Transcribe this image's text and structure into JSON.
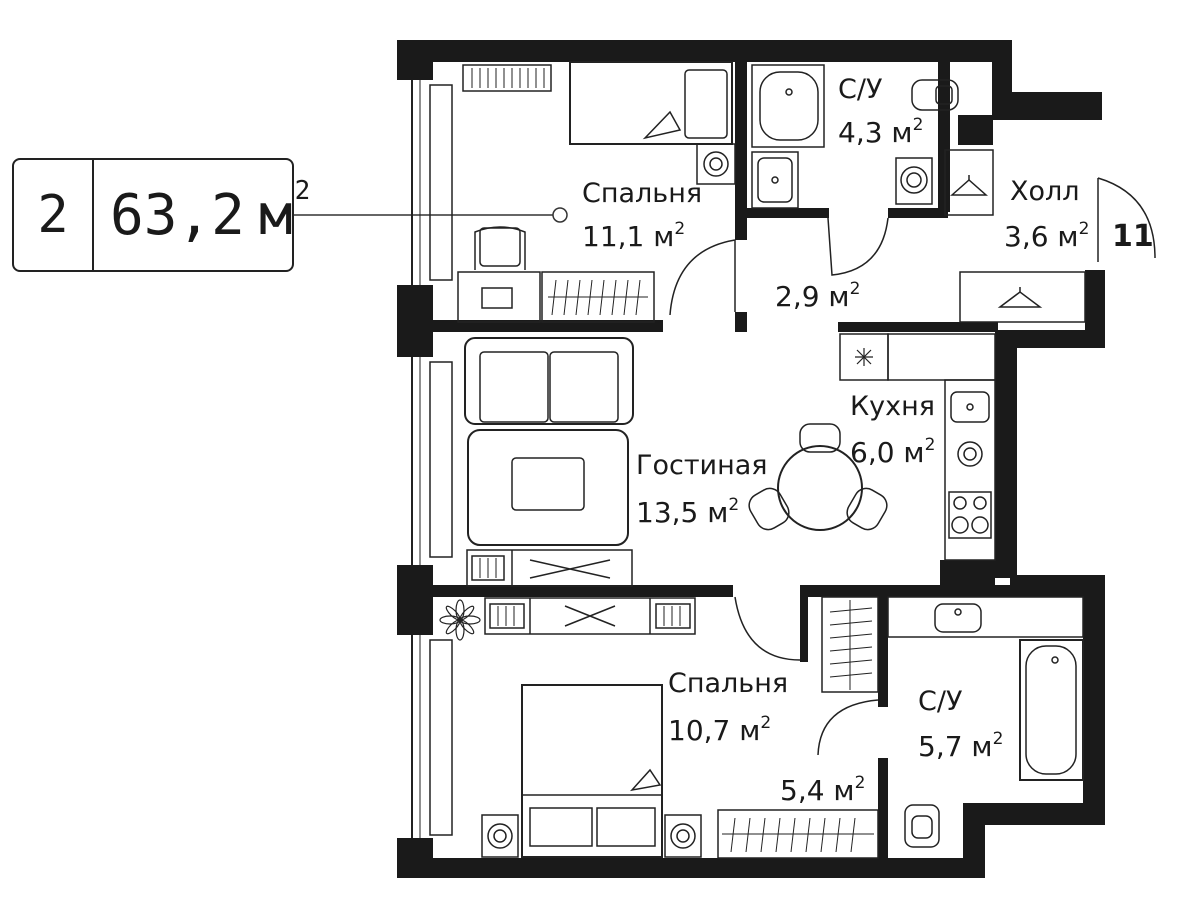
{
  "summary": {
    "rooms": "2",
    "area_value": "63,2",
    "area_unit": "м",
    "area_sup": "2"
  },
  "unit_number": "11",
  "rooms": [
    {
      "id": "bedroom1",
      "name": "Спальня",
      "area": "11,1 м"
    },
    {
      "id": "bath1",
      "name": "С/У",
      "area": "4,3 м"
    },
    {
      "id": "hall",
      "name": "Холл",
      "area": "3,6 м"
    },
    {
      "id": "corridor",
      "name": "",
      "area": "2,9 м"
    },
    {
      "id": "kitchen",
      "name": "Кухня",
      "area": "6,0 м"
    },
    {
      "id": "living",
      "name": "Гостиная",
      "area": "13,5 м"
    },
    {
      "id": "bedroom2",
      "name": "Спальня",
      "area": "10,7 м"
    },
    {
      "id": "wardrobe",
      "name": "",
      "area": "5,4 м"
    },
    {
      "id": "bath2",
      "name": "С/У",
      "area": "5,7 м"
    }
  ],
  "sup": "2"
}
